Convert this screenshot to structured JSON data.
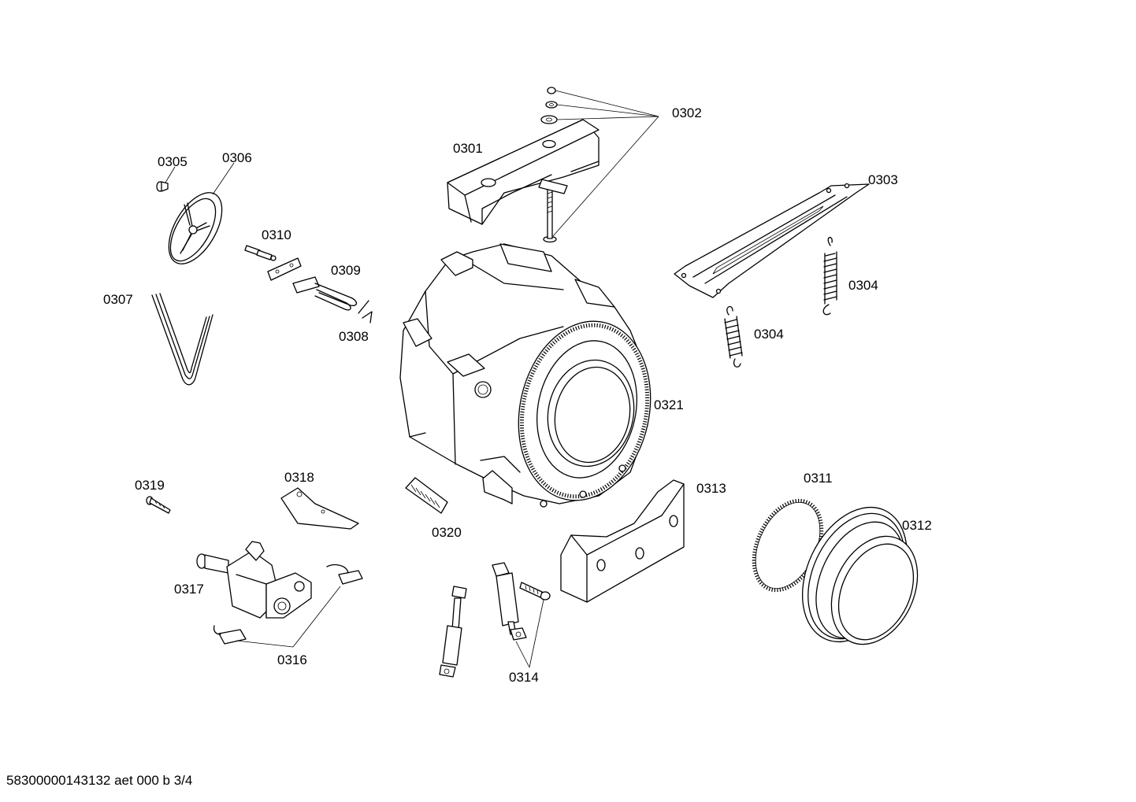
{
  "labels": {
    "p0301": "0301",
    "p0302": "0302",
    "p0303": "0303",
    "p0304a": "0304",
    "p0304b": "0304",
    "p0305": "0305",
    "p0306": "0306",
    "p0307": "0307",
    "p0308": "0308",
    "p0309": "0309",
    "p0310": "0310",
    "p0311": "0311",
    "p0312": "0312",
    "p0313": "0313",
    "p0314": "0314",
    "p0316": "0316",
    "p0317": "0317",
    "p0318": "0318",
    "p0319": "0319",
    "p0320": "0320",
    "p0321": "0321"
  },
  "footer": "58300000143132 aet 000 b 3/4"
}
